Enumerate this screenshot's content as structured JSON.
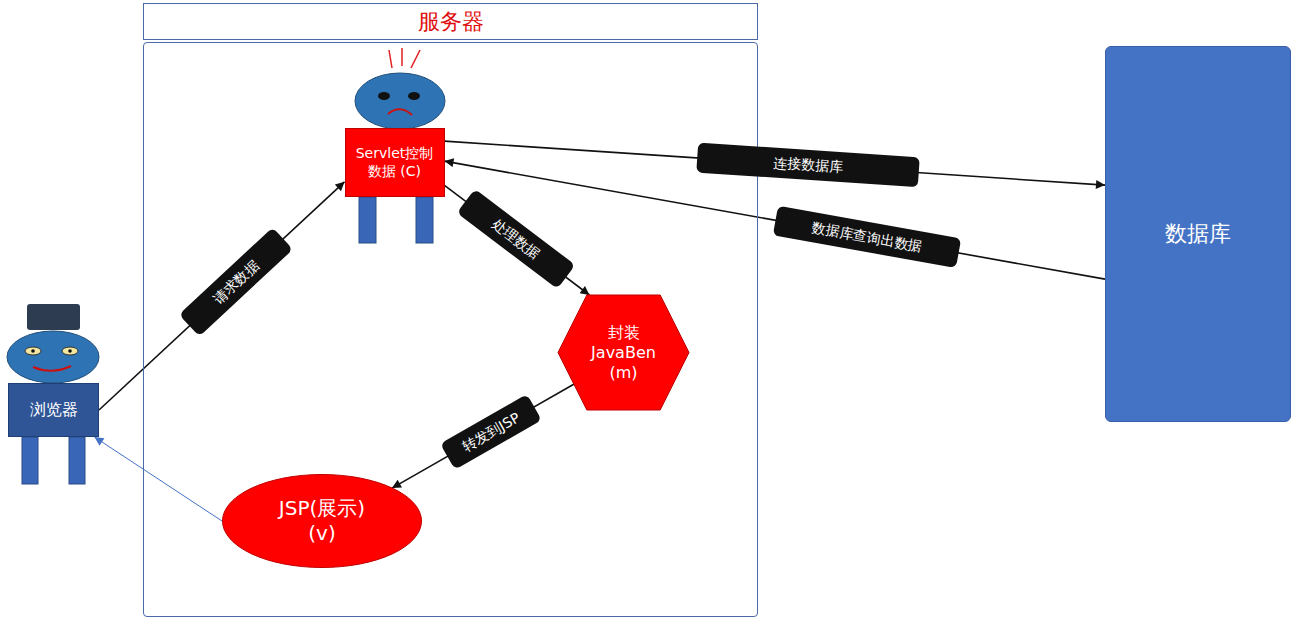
{
  "diagram": {
    "nodes": [
      {
        "text": [
          "服务器"
        ]
      },
      {
        "text": [
          "Servlet控制数据 (C)"
        ],
        "in": 0
      },
      {
        "text": [
          "封装 JavaBen (m)"
        ],
        "in": 0
      },
      {
        "text": [
          "JSP(展示) (v)"
        ],
        "in": 0
      },
      {
        "text": [
          "浏览器"
        ]
      },
      {
        "text": [
          "数据库"
        ]
      }
    ],
    "edges": [
      {
        "from": 4,
        "to": 1,
        "label": "请求数据",
        "arrow": "to"
      },
      {
        "from": 1,
        "to": 5,
        "label": "连接数据库",
        "arrow": "to"
      },
      {
        "from": 5,
        "to": 1,
        "label": "数据库查询出数据",
        "arrow": "to"
      },
      {
        "from": 1,
        "to": 2,
        "label": "处理数据",
        "arrow": "to"
      },
      {
        "from": 2,
        "to": 3,
        "label": "转发到JSP",
        "arrow": "to"
      },
      {
        "from": 3,
        "to": 4,
        "arrow": "to"
      }
    ]
  }
}
